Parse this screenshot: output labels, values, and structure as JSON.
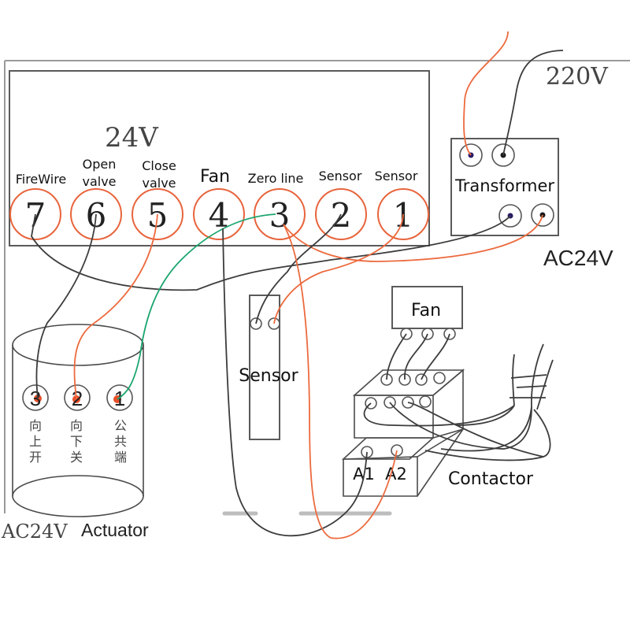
{
  "controller": {
    "voltage_label": "24V",
    "terminals": [
      {
        "number": "7",
        "label": "FireWire"
      },
      {
        "number": "6",
        "label_line1": "Open",
        "label_line2": "valve"
      },
      {
        "number": "5",
        "label_line1": "Close",
        "label_line2": "valve"
      },
      {
        "number": "4",
        "label": "Fan"
      },
      {
        "number": "3",
        "label": "Zero line"
      },
      {
        "number": "2",
        "label": "Sensor"
      },
      {
        "number": "1",
        "label": "Sensor"
      }
    ]
  },
  "transformer": {
    "label": "Transformer",
    "input_label": "220V",
    "output_label": "AC24V"
  },
  "sensor": {
    "label": "Sensor"
  },
  "fan": {
    "label": "Fan"
  },
  "contactor": {
    "label": "Contactor",
    "coil_terminals": [
      "A1",
      "A2"
    ]
  },
  "actuator": {
    "voltage_label": "AC24V",
    "label": "Actuator",
    "terminals": [
      {
        "number": "3",
        "cjk": [
          "向",
          "上",
          "开"
        ]
      },
      {
        "number": "2",
        "cjk": [
          "向",
          "下",
          "关"
        ]
      },
      {
        "number": "1",
        "cjk": [
          "公",
          "共",
          "端"
        ]
      }
    ]
  },
  "colors": {
    "wire_black": "#3c3c3c",
    "wire_orange": "#ec6a3e",
    "wire_green": "#1aa56e",
    "terminal_ring": "#e8643c"
  }
}
